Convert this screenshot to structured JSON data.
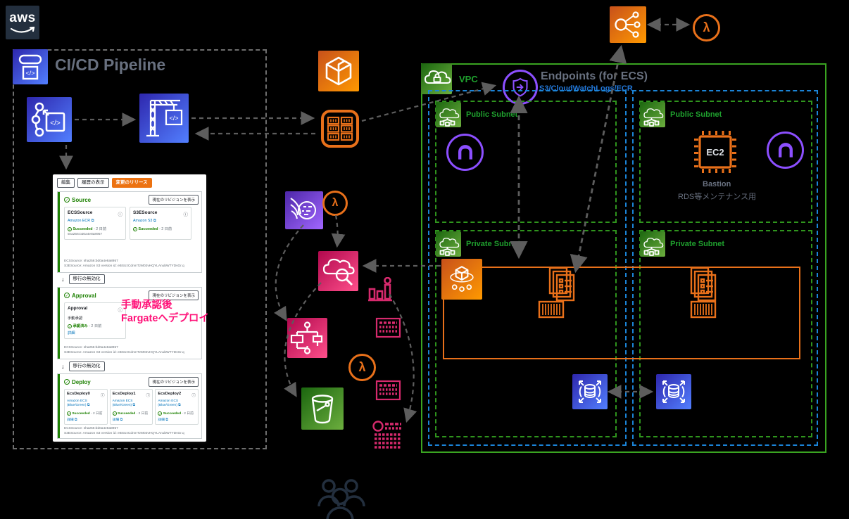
{
  "icons": {
    "info": "ⓘ",
    "external": "⧉",
    "check": "✓",
    "down_arrow": "↓",
    "lambda": "λ",
    "code": "</>"
  },
  "logo": {
    "text": "aws"
  },
  "pipeline_box": {
    "title": "CI/CD Pipeline"
  },
  "console": {
    "edit_button": "編集",
    "history_button": "履歴の表示",
    "release_button": "変更のリリース",
    "revision_button": "現在のリビジョンを表示",
    "transition_button": "移行の無効化",
    "footer_line1": "ECSSource: sha256:bd0a4e8a8957",
    "footer_line2": "S3ESource: Amazon S3 version id: eBSUzCdnmTzM02vHQYLAnubWTYDvGr.q",
    "annotation": {
      "line1": "手動承認後",
      "line2": "Fargateへデプロイ"
    },
    "stages": {
      "source": {
        "name": "Source",
        "cards": [
          {
            "title": "ECSSource",
            "provider": "Amazon ECR",
            "status": "Succeeded",
            "time": "- 2 日前",
            "hash": "sha256:bd0a4e8a8957"
          },
          {
            "title": "S3ESource",
            "provider": "Amazon S3",
            "status": "Succeeded",
            "time": "- 2 日前"
          }
        ]
      },
      "approval": {
        "name": "Approval",
        "cards": [
          {
            "title": "Approval",
            "subtitle": "手動承認",
            "status": "承認済み",
            "time": "- 2 日前",
            "link": "詳細"
          }
        ]
      },
      "deploy": {
        "name": "Deploy",
        "cards": [
          {
            "title": "EcsDeploy0",
            "provider": "Amazon ECS (Blue/Green)",
            "status": "Succeeded",
            "time": "- 2 日前",
            "link": "詳細"
          },
          {
            "title": "EcsDeploy1",
            "provider": "Amazon ECS (Blue/Green)",
            "status": "Succeeded",
            "time": "- 2 日前",
            "link": "詳細"
          },
          {
            "title": "EcsDeploy2",
            "provider": "Amazon ECS (Blue/Green)",
            "status": "Succeeded",
            "time": "- 2 日前",
            "link": "詳細"
          }
        ]
      }
    }
  },
  "vpc": {
    "label": "VPC",
    "endpoints_title": "Endpoints (for ECS)",
    "endpoints_subtitle": "S3/CloudWatchLogs/ECR",
    "public_subnet_label": "Public Subnet",
    "private_subnet_label": "Private Subnet",
    "ec2_label": "EC2",
    "bastion_label": "Bastion",
    "bastion_purpose": "RDS等メンテナンス用"
  },
  "colors": {
    "aws_orange": "#FF9900",
    "pipeline_blue": "#527FFF",
    "vpc_green": "#3AA421",
    "az_blue": "#1B84D8",
    "endpoint_purple": "#8C4FFF",
    "ecs_orange": "#E8701A",
    "cloudwatch_pink": "#D62A6D",
    "console_orange_button": "#EC7211",
    "annotation_pink": "#FF1178",
    "succeeded_green": "#1D8102",
    "link_blue": "#0073BB"
  }
}
